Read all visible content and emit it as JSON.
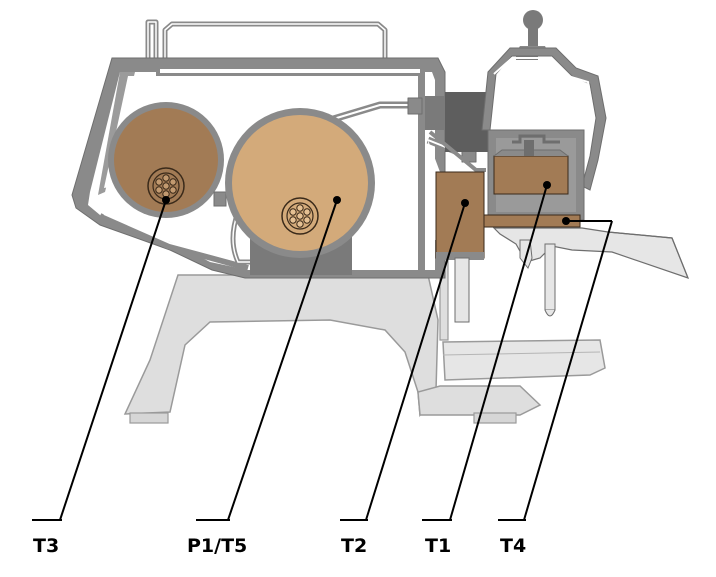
{
  "labels": {
    "t3": "T3",
    "p1t5": "P1/T5",
    "t2": "T2",
    "t1": "T1",
    "t4": "T4"
  },
  "colors": {
    "base": "#dedede",
    "base_stroke": "#9a9a9a",
    "frame": "#8a8a8a",
    "frame_dark": "#6e6e6e",
    "brown": "#a27b55",
    "tan": "#d3aa7a",
    "block_dark": "#5e5e5e"
  }
}
